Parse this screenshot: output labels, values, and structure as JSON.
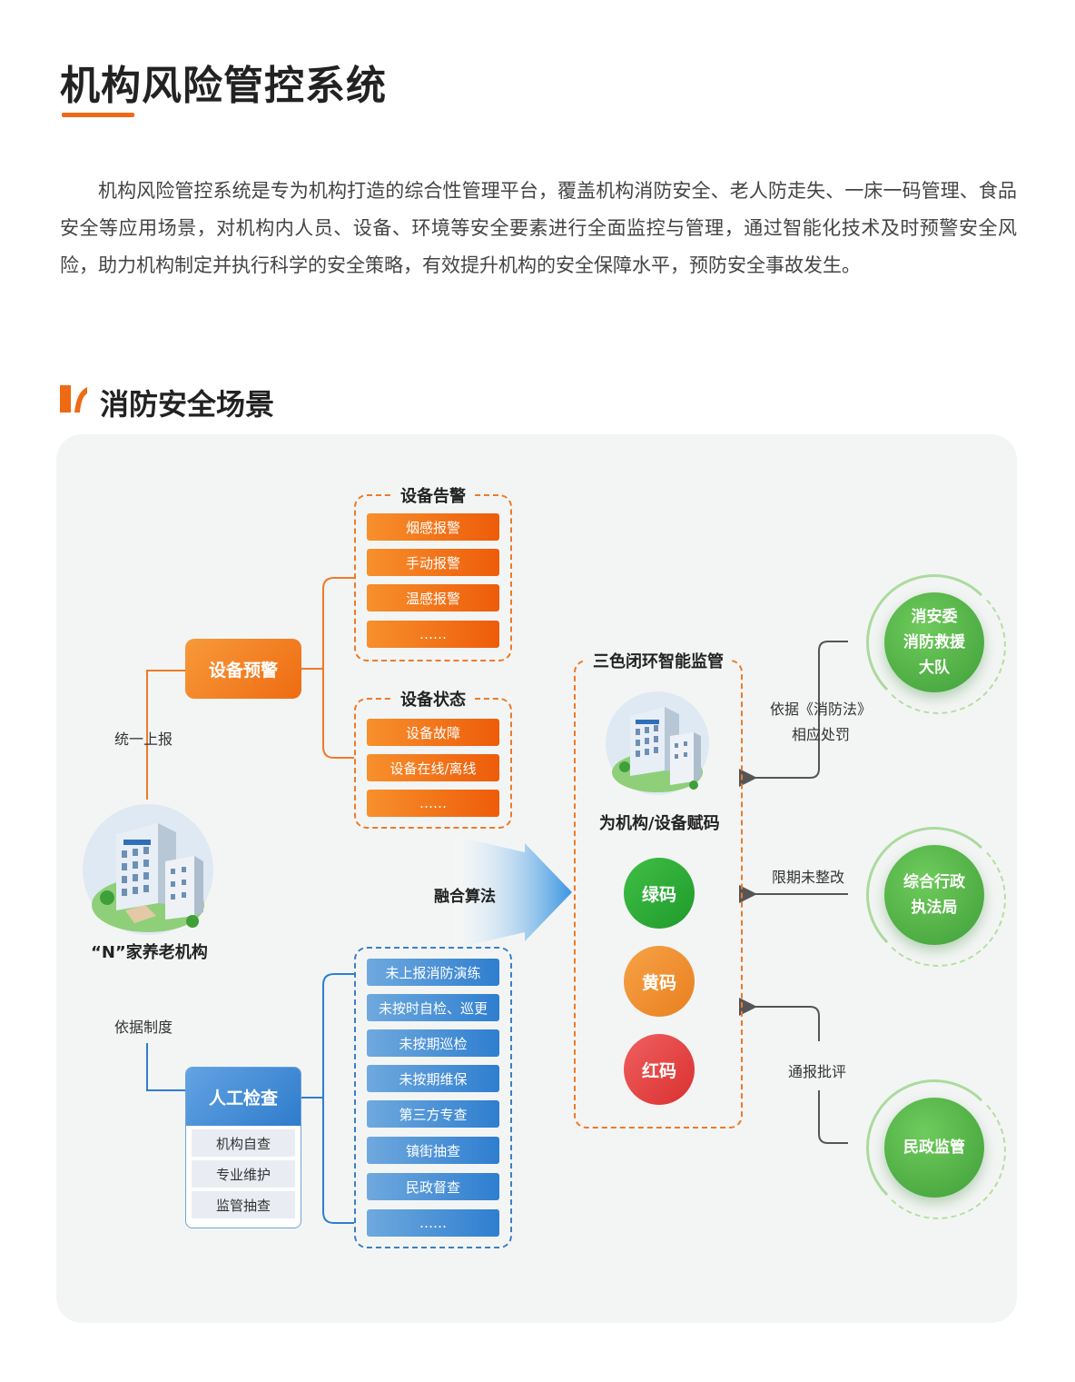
{
  "title": "机构风险管控系统",
  "intro": "机构风险管控系统是专为机构打造的综合性管理平台，覆盖机构消防安全、老人防走失、一床一码管理、食品安全等应用场景，对机构内人员、设备、环境等安全要素进行全面监控与管理，通过智能化技术及时预警安全风险，助力机构制定并执行科学的安全策略，有效提升机构的安全保障水平，预防安全事故发生。",
  "section_title": "消防安全场景",
  "colors": {
    "accent": "#ee6a14",
    "orange": "#ef6b12",
    "blue": "#2e7ed0",
    "green": "#1f9a2c",
    "yellow": "#e9801f",
    "red": "#d9302f"
  },
  "diagram": {
    "org_label": "“N”家养老机构",
    "unified_report": "统一上报",
    "by_rules": "依据制度",
    "device_warning": "设备预警",
    "manual_check": {
      "title": "人工检查",
      "items": [
        "机构自查",
        "专业维护",
        "监管抽查"
      ]
    },
    "device_alarm": {
      "title": "设备告警",
      "items": [
        "烟感报警",
        "手动报警",
        "温感报警",
        "……"
      ]
    },
    "device_status": {
      "title": "设备状态",
      "items": [
        "设备故障",
        "设备在线/离线",
        "……"
      ]
    },
    "manual_items": [
      "未上报消防演练",
      "未按时自检、巡更",
      "未按期巡检",
      "未按期维保",
      "第三方专查",
      "镇街抽查",
      "民政督查",
      "……"
    ],
    "fusion_label": "融合算法",
    "monitor": {
      "title": "三色闭环智能监管",
      "coding_label": "为机构/设备赋码",
      "codes": [
        "绿码",
        "黄码",
        "红码"
      ]
    },
    "actions": {
      "penalty_line1": "依据《消防法》",
      "penalty_line2": "相应处罚",
      "overdue": "限期未整改",
      "notify": "通报批评"
    },
    "agencies": {
      "fire": [
        "消安委",
        "消防救援",
        "大队"
      ],
      "enforcement": [
        "综合行政",
        "执法局"
      ],
      "civil": "民政监管"
    }
  }
}
